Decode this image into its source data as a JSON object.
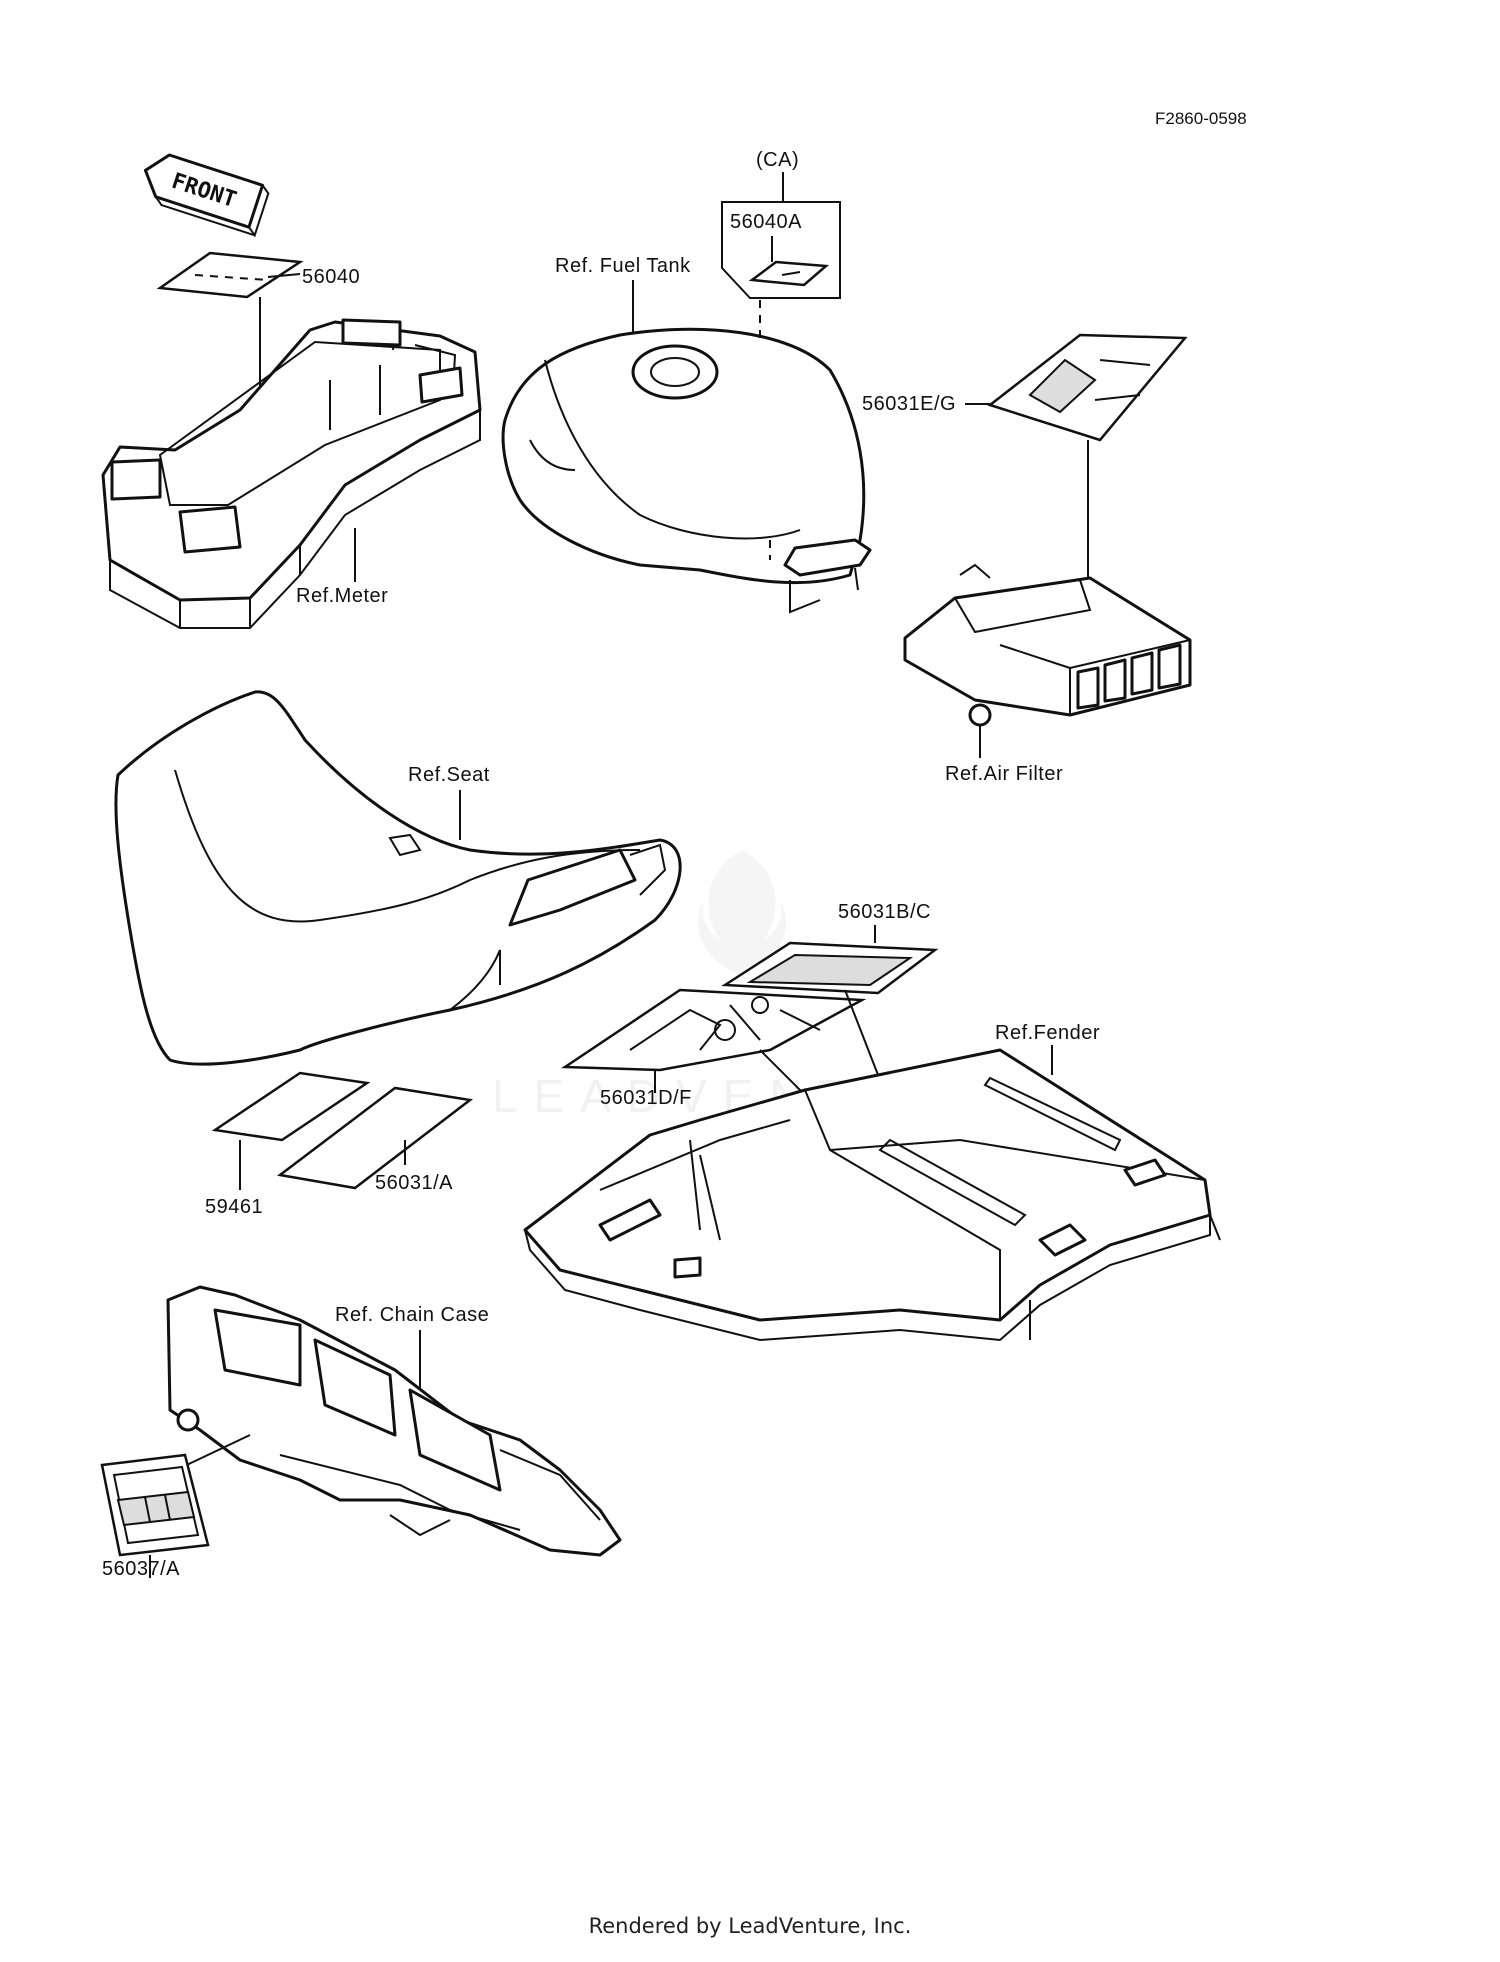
{
  "diagram": {
    "code": "F2860-0598",
    "front_label": "FRONT",
    "labels": {
      "decal_56040": "56040",
      "ref_meter": "Ref.Meter",
      "ca_note": "(CA)",
      "decal_56040A": "56040A",
      "ref_fuel_tank": "Ref. Fuel Tank",
      "decal_56031EG": "56031E/G",
      "ref_air_filter": "Ref.Air Filter",
      "ref_seat": "Ref.Seat",
      "decal_56031BC": "56031B/C",
      "decal_56031DF": "56031D/F",
      "ref_fender": "Ref.Fender",
      "decal_59461": "59461",
      "decal_56031A": "56031/A",
      "ref_chain_case": "Ref. Chain Case",
      "decal_56037A": "56037/A"
    },
    "watermark": "LEADVENTURE"
  },
  "footer": {
    "text": "Rendered by LeadVenture, Inc."
  }
}
